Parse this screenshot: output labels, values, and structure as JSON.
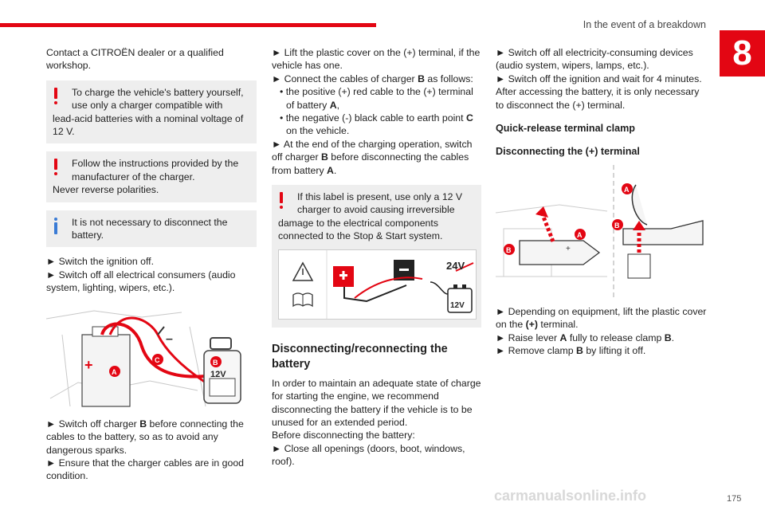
{
  "header": {
    "section": "In the event of a breakdown",
    "chapter_number": "8"
  },
  "col1": {
    "p1": "Contact a CITROËN dealer or a qualified workshop.",
    "warn1_line1": "To charge the vehicle's battery yourself, use only a charger compatible with",
    "warn1_line2": "lead-acid batteries with a nominal voltage of 12 V.",
    "warn2_line1": "Follow the instructions provided by the manufacturer of the charger.",
    "warn2_line2": "Never reverse polarities.",
    "info1": "It is not necessary to disconnect the battery.",
    "step1": "► Switch the ignition off.",
    "step2": "► Switch off all electrical consumers (audio system, lighting, wipers, etc.).",
    "fig_label_a": "A",
    "fig_label_b": "B",
    "fig_label_c": "C",
    "fig_plus": "+",
    "fig_minus": "–",
    "fig_12v": "12V",
    "step3_pre": "► Switch off charger ",
    "step3_b": "B",
    "step3_post": " before connecting the cables to the battery, so as to avoid any dangerous sparks.",
    "step4": "► Ensure that the charger cables are in good condition."
  },
  "col2": {
    "s1": "► Lift the plastic cover on the (+) terminal, if the vehicle has one.",
    "s2_pre": "► Connect the cables of charger ",
    "s2_b": "B",
    "s2_post": " as follows:",
    "b1_pre": "• the positive (+) red cable to the (+) terminal of battery ",
    "b1_a": "A",
    "b1_post": ",",
    "b2_pre": "• the negative (-) black cable to earth point ",
    "b2_c": "C",
    "b2_post": " on the vehicle.",
    "s3_pre": "► At the end of the charging operation, switch off charger ",
    "s3_b": "B",
    "s3_mid": " before disconnecting the cables from battery ",
    "s3_a": "A",
    "s3_post": ".",
    "warn_line1": "If this label is present, use only a 12 V charger to avoid causing irreversible",
    "warn_line2": "damage to the electrical components connected to the Stop & Start system.",
    "label_24v": "24V",
    "label_12v": "12V",
    "heading": "Disconnecting/reconnecting the battery",
    "p1": "In order to maintain an adequate state of charge for starting the engine, we recommend disconnecting the battery if the vehicle is to be unused for an extended period.",
    "p2": "Before disconnecting the battery:",
    "p3": "► Close all openings (doors, boot, windows, roof)."
  },
  "col3": {
    "s1": "► Switch off all electricity-consuming devices (audio system, wipers, lamps, etc.).",
    "s2": "► Switch off the ignition and wait for 4 minutes.",
    "s3": "After accessing the battery, it is only necessary to disconnect the (+) terminal.",
    "h1": "Quick-release terminal clamp",
    "h2": "Disconnecting the (+) terminal",
    "fig_a": "A",
    "fig_b": "B",
    "fig_plus": "+",
    "t1_pre": "► Depending on equipment, lift the plastic cover on the ",
    "t1_b": "(+)",
    "t1_post": " terminal.",
    "t2_pre": "► Raise lever ",
    "t2_a": "A",
    "t2_mid": " fully to release clamp ",
    "t2_b": "B",
    "t2_post": ".",
    "t3_pre": "► Remove clamp ",
    "t3_b": "B",
    "t3_post": " by lifting it off."
  },
  "footer": {
    "page": "175",
    "watermark": "carmanualsonline.info"
  },
  "colors": {
    "accent": "#e30613",
    "info": "#3a7bd5",
    "box": "#eeeeee"
  }
}
